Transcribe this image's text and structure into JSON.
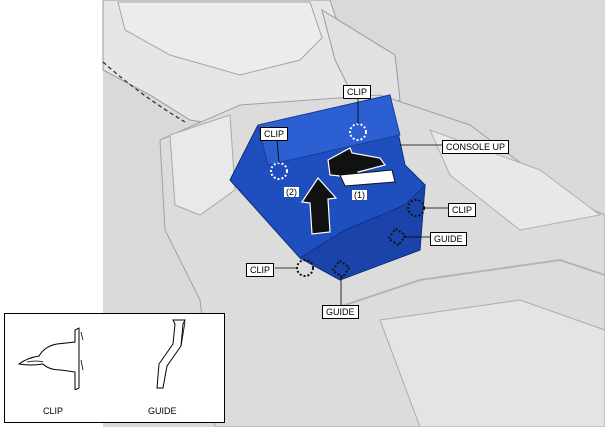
{
  "labels": {
    "clip": "CLIP",
    "guide": "GUIDE",
    "console_up": "CONSOLE UP",
    "step1": "(1)",
    "step2": "(2)"
  },
  "legend": {
    "clip": "CLIP",
    "guide": "GUIDE"
  },
  "colors": {
    "panel_blue": "#1f4fbf",
    "scene_gray": "#d6d6d6"
  }
}
